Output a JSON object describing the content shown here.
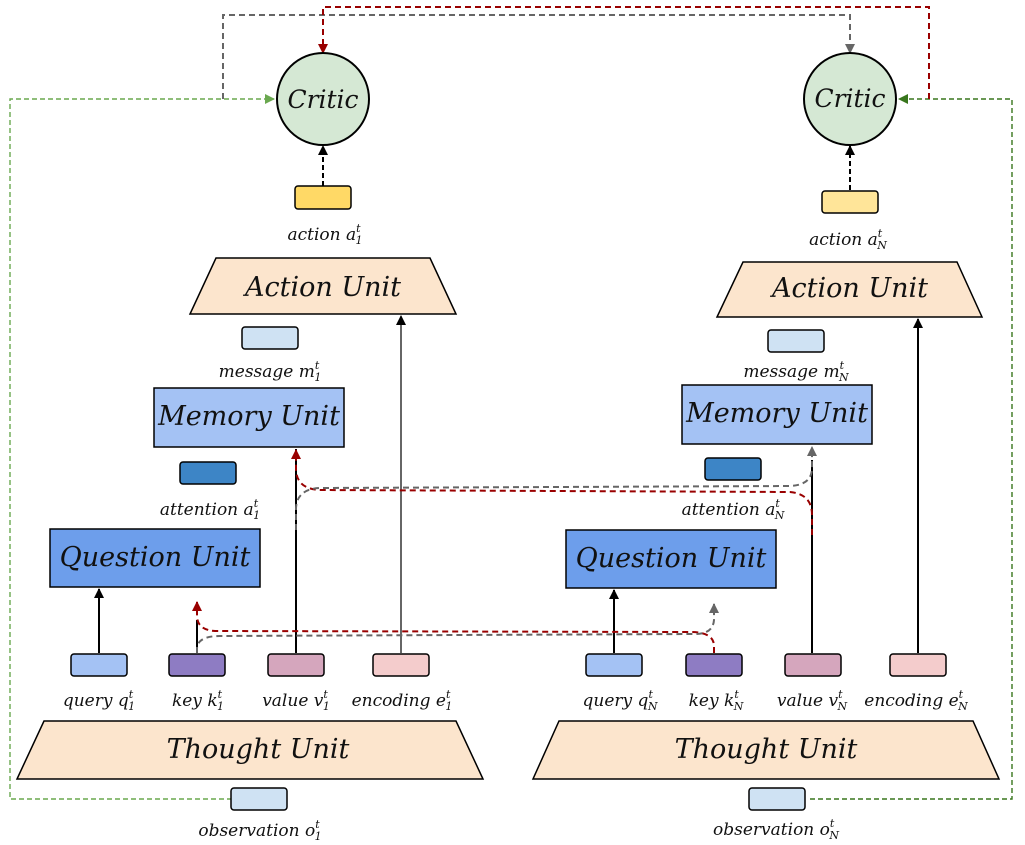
{
  "agents": [
    {
      "critic": "Critic",
      "action_label": "action",
      "action_sym": "a",
      "action_sub": "1",
      "action_unit": "Action Unit",
      "message_label": "message",
      "message_sym": "m",
      "message_sub": "1",
      "memory_unit": "Memory Unit",
      "attention_label": "attention",
      "attention_sym": "a",
      "attention_sub": "1",
      "question_unit": "Question Unit",
      "query_label": "query",
      "query_sym": "q",
      "query_sub": "1",
      "key_label": "key",
      "key_sym": "k",
      "key_sub": "1",
      "value_label": "value",
      "value_sym": "v",
      "value_sub": "1",
      "encoding_label": "encoding",
      "encoding_sym": "e",
      "encoding_sub": "1",
      "thought_unit": "Thought Unit",
      "observation_label": "observation",
      "observation_sym": "o",
      "observation_sub": "1",
      "sup": "t"
    },
    {
      "critic": "Critic",
      "action_label": "action",
      "action_sym": "a",
      "action_sub": "N",
      "action_unit": "Action Unit",
      "message_label": "message",
      "message_sym": "m",
      "message_sub": "N",
      "memory_unit": "Memory Unit",
      "attention_label": "attention",
      "attention_sym": "a",
      "attention_sub": "N",
      "question_unit": "Question Unit",
      "query_label": "query",
      "query_sym": "q",
      "query_sub": "N",
      "key_label": "key",
      "key_sym": "k",
      "key_sub": "N",
      "value_label": "value",
      "value_sym": "v",
      "value_sub": "N",
      "encoding_label": "encoding",
      "encoding_sym": "e",
      "encoding_sub": "N",
      "thought_unit": "Thought Unit",
      "observation_label": "observation",
      "observation_sym": "o",
      "observation_sub": "N",
      "sup": "t"
    }
  ],
  "colors": {
    "critic_fill": "#d5e8d4",
    "unit_fill": "#fce5cd",
    "memory_fill": "#a4c2f4",
    "question_fill": "#6d9eeb",
    "action_vec_1": "#ffd966",
    "action_vec_N": "#ffe599",
    "message_vec": "#cfe2f3",
    "attention_vec": "#3d85c6",
    "query_vec": "#a4c2f4",
    "key_vec": "#8e7cc3",
    "value_vec": "#d5a6bd",
    "encoding_vec": "#f4cccc",
    "observation_vec": "#cfe2f3",
    "red_path": "#990000",
    "grey_path": "#666666",
    "green_path": "#38761d"
  }
}
